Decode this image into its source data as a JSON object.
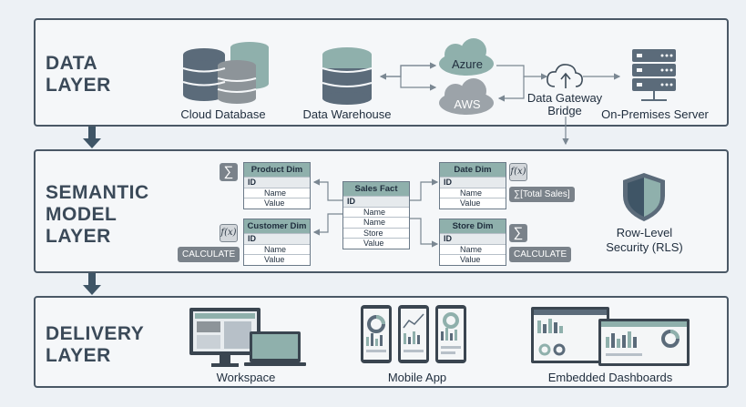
{
  "layers": {
    "data": {
      "title_line1": "DATA",
      "title_line2": "LAYER"
    },
    "semantic": {
      "title_line1": "SEMANTIC",
      "title_line2": "MODEL",
      "title_line3": "LAYER"
    },
    "delivery": {
      "title_line1": "DELIVERY",
      "title_line2": "LAYER"
    }
  },
  "data_layer": {
    "cloud_database": "Cloud Database",
    "data_warehouse": "Data Warehouse",
    "azure": "Azure",
    "aws": "AWS",
    "gateway_line1": "Data Gateway",
    "gateway_line2": "Bridge",
    "on_prem": "On-Premises Server"
  },
  "semantic_layer": {
    "product_dim": {
      "title": "Product Dim",
      "rows": [
        "ID",
        "Name",
        "Value"
      ]
    },
    "customer_dim": {
      "title": "Customer Dim",
      "rows": [
        "ID",
        "Name",
        "Value"
      ]
    },
    "sales_fact": {
      "title": "Sales Fact",
      "rows": [
        "ID",
        "Name",
        "Name",
        "Store",
        "Value"
      ]
    },
    "date_dim": {
      "title": "Date Dim",
      "rows": [
        "ID",
        "Name",
        "Value"
      ]
    },
    "store_dim": {
      "title": "Store Dim",
      "rows": [
        "ID",
        "Name",
        "Value"
      ]
    },
    "sigma_symbol": "∑",
    "fx_symbol": "f(x)",
    "calculate_label": "CALCULATE",
    "total_sales_label": "∑[Total Sales]",
    "rls_line1": "Row-Level",
    "rls_line2": "Security (RLS)"
  },
  "delivery_layer": {
    "workspace": "Workspace",
    "mobile_app": "Mobile App",
    "embedded_dashboards": "Embedded Dashboards"
  },
  "colors": {
    "border": "#4a5866",
    "teal": "#8fb0ac",
    "slate": "#5b6b7a",
    "arrow": "#3f5566"
  }
}
